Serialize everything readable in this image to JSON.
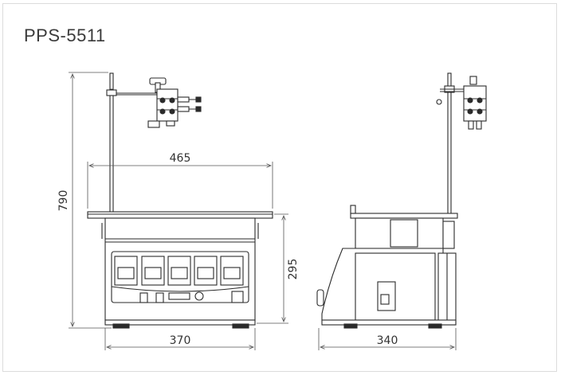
{
  "model": "PPS-5511",
  "dimensions": {
    "width_top": "465",
    "total_height": "790",
    "body_height": "295",
    "base_width": "370",
    "depth": "340"
  },
  "colors": {
    "line": "#2b2b2b",
    "dim_line": "#555555",
    "frame": "#dcdcdc"
  }
}
